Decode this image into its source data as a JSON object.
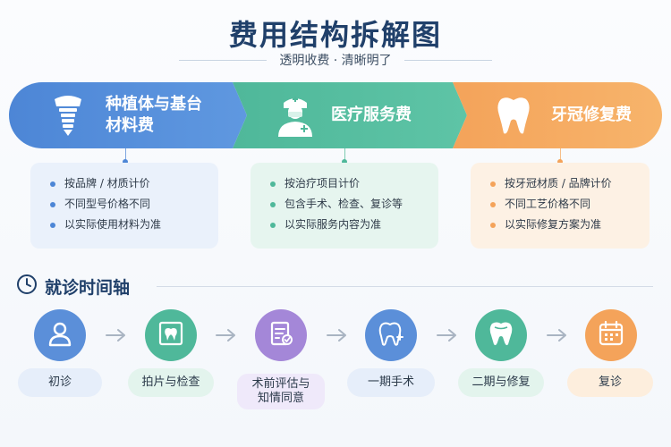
{
  "header": {
    "title": "费用结构拆解图",
    "subtitle": "透明收费 · 清晰明了"
  },
  "categories": [
    {
      "label_line1": "种植体与基台",
      "label_line2": "材料费",
      "icon": "implant-icon",
      "color": "#4d86d6",
      "light": "#eaf1fb",
      "items": [
        "按品牌 / 材质计价",
        "不同型号价格不同",
        "以实际使用材料为准"
      ]
    },
    {
      "label_line1": "医疗服务费",
      "label_line2": "",
      "icon": "doctor-icon",
      "color": "#4fb89a",
      "light": "#e6f5ef",
      "items": [
        "按治疗项目计价",
        "包含手术、检查、复诊等",
        "以实际服务内容为准"
      ]
    },
    {
      "label_line1": "牙冠修复费",
      "label_line2": "",
      "icon": "tooth-crown-icon",
      "color": "#f4a35a",
      "light": "#fdf1e4",
      "items": [
        "按牙冠材质 / 品牌计价",
        "不同工艺价格不同",
        "以实际修复方案为准"
      ]
    }
  ],
  "timeline": {
    "heading": "就诊时间轴",
    "steps": [
      {
        "label": "初诊",
        "icon": "person-icon",
        "color": "#5b8fd9",
        "light": "#e6eefa"
      },
      {
        "label": "拍片与检查",
        "icon": "xray-icon",
        "color": "#4fb89a",
        "light": "#e3f4ed"
      },
      {
        "label": "术前评估与知情同意",
        "label_line1": "术前评估与",
        "label_line2": "知情同意",
        "icon": "consent-form-icon",
        "color": "#a487d8",
        "light": "#efe9fa"
      },
      {
        "label": "一期手术",
        "icon": "tooth-plus-icon",
        "color": "#5b8fd9",
        "light": "#e6eefa"
      },
      {
        "label": "二期与修复",
        "icon": "tooth-icon",
        "color": "#4fb89a",
        "light": "#e3f4ed"
      },
      {
        "label": "复诊",
        "icon": "calendar-icon",
        "color": "#f4a35a",
        "light": "#fdeedd"
      }
    ]
  }
}
